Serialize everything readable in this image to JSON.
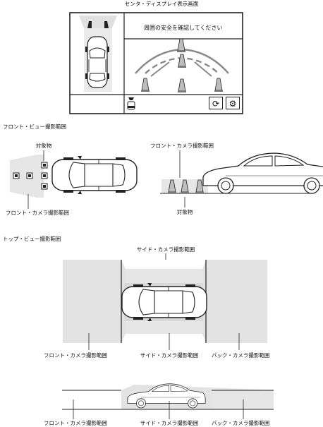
{
  "screen_title": "センタ・ディスプレイ表示画面",
  "screen": {
    "message": "周囲の安全を確認してください",
    "button_camera_switch_icon": "camera-switch-icon",
    "button_settings_icon": "gear-icon",
    "view_indicator_icon": "car-front-indicator-icon"
  },
  "front_view": {
    "section_title": "フロント・ビュー撮影範囲",
    "object_label": "対象物",
    "front_camera_range_label": "フロント・カメラ撮影範囲",
    "side_front_camera_range_label": "フロント・カメラ撮影範囲",
    "side_object_label": "対象物"
  },
  "top_view": {
    "section_title": "トップ・ビュー撮影範囲",
    "side_camera_top_label": "サイド・カメラ撮影範囲",
    "front_camera_label": "フロント・カメラ撮影範囲",
    "side_camera_label": "サイド・カメラ撮影範囲",
    "back_camera_label": "バック・カメラ撮影範囲",
    "bottom_front_camera_label": "フロント・カメラ撮影範囲",
    "bottom_side_camera_label": "サイド・カメラ撮影範囲",
    "bottom_back_camera_label": "バック・カメラ撮影範囲"
  },
  "colors": {
    "range_fill": "#e3e3e3",
    "line": "#222222",
    "parking_amber": "#999999"
  }
}
